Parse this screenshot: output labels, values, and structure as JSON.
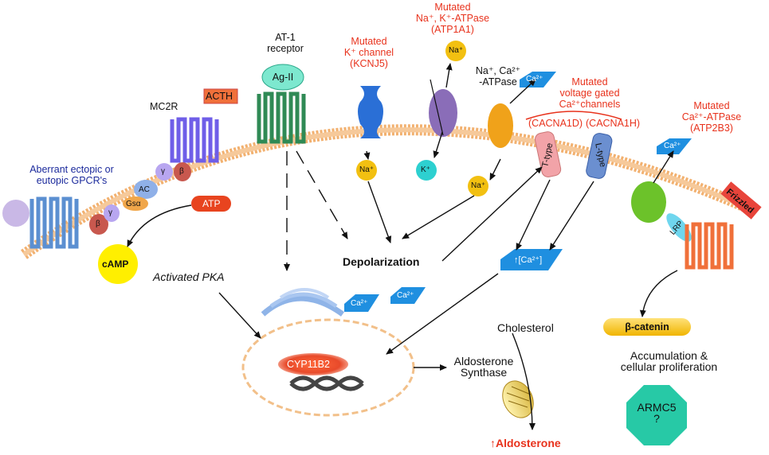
{
  "labels": {
    "aberrant": "Aberrant ectopic or\neutopic GPCR's",
    "mc2r": "MC2R",
    "acth": "ACTH",
    "at1": "AT-1\nreceptor",
    "ag2": "Ag-II",
    "kcnj5": "Mutated\nK⁺ channel\n(KCNJ5)",
    "atp1a1": "Mutated\nNa⁺, K⁺-ATPase\n(ATP1A1)",
    "naca_atpase": "Na⁺, Ca²⁺\n-ATPase",
    "vgcc": "Mutated\nvoltage gated\nCa²⁺channels",
    "cacna1d": "(CACNA1D)",
    "cacna1h": "(CACNA1H)",
    "atp2b3": "Mutated\nCa²⁺-ATPase\n(ATP2B3)",
    "ttype": "T-type",
    "ltype": "L-type",
    "lrp": "LRP",
    "frizzled": "Frizzled",
    "na": "Na⁺",
    "k": "K⁺",
    "ca": "Ca²⁺",
    "ca_int": "↑[Ca²⁺]",
    "atp": "ATP",
    "camp": "cAMP",
    "ac": "AC",
    "gsa": "Gsα",
    "beta": "β",
    "gamma": "γ",
    "activated_pka": "Activated PKA",
    "depolarization": "Depolarization",
    "cyp11b2": "CYP11B2",
    "cholesterol": "Cholesterol",
    "aldo_synthase": "Aldosterone\nSynthase",
    "aldosterone": "Aldosterone",
    "bcatenin": "β-catenin",
    "accumulation": "Accumulation &\ncellular proliferation",
    "armc5": "ARMC5\n?"
  },
  "colors": {
    "membrane": "#f2b170",
    "receptor_blue": "#5b8fd1",
    "mc2r_purple": "#6f5ee8",
    "at1_green": "#2f8a55",
    "kcnj5_blue": "#2a6fd6",
    "atp1a1_purple": "#8a6db8",
    "naca_orange": "#f0a21a",
    "ttype_pink": "#f2a3a8",
    "ltype_blue": "#6b8fd0",
    "atp2b3_green": "#6cc22a",
    "frizzled_orange": "#f0703a",
    "camp_yellow": "#ffef00",
    "cyp_red": "#e84a2a",
    "armc5_teal": "#27c9a6",
    "label_red": "#e8321c",
    "label_navy": "#1b2a9c"
  },
  "icons": [
    "arrow-up-icon",
    "mitochondrion-icon",
    "dna-icon",
    "golgi-icon"
  ]
}
